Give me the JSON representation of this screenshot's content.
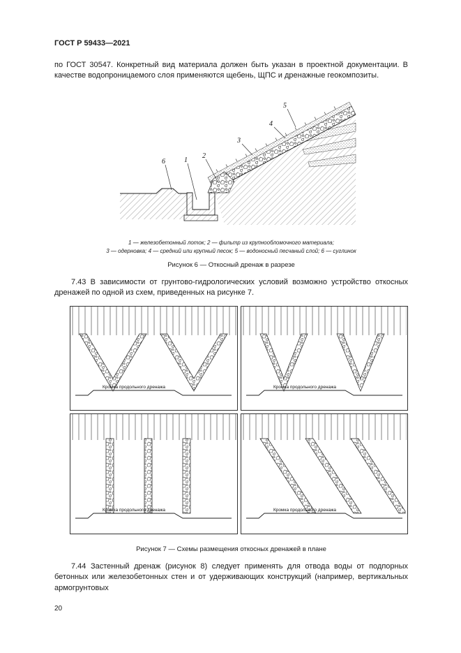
{
  "document": {
    "header": "ГОСТ Р 59433—2021",
    "page_number": "20"
  },
  "text": {
    "intro": "по ГОСТ 30547. Конкретный вид материала должен быть указан в проектной документации. В качестве водопроницаемого слоя применяются щебень, ЩПС и дренажные геокомпозиты.",
    "para_7_43": "7.43 В зависимости от грунтово-гидрологических условий возможно устройство откосных дренажей по одной из схем, приведенных на рисунке 7.",
    "para_7_44": "7.44 Застенный дренаж (рисунок 8) следует применять для отвода воды от подпорных бетонных или железобетонных стен и от удерживающих конструкций (например, вертикальных армогрунтовых"
  },
  "figure6": {
    "caption": "Рисунок 6 — Откосный дренаж в разрезе",
    "legend_line1": "1 — железобетонный лоток; 2 — фильтр из крупнообломочного материала;",
    "legend_line2": "3 — одерновка; 4 — средний или крупный песок; 5 — водоносный песчаный слой; 6 — суглинок",
    "callouts": {
      "n1": "1",
      "n2": "2",
      "n3": "3",
      "n4": "4",
      "n5": "5",
      "n6": "6"
    }
  },
  "figure7": {
    "caption": "Рисунок 7 — Схемы размещения откосных дренажей в плане",
    "edge_label": "Кромка продольного дренажа"
  }
}
